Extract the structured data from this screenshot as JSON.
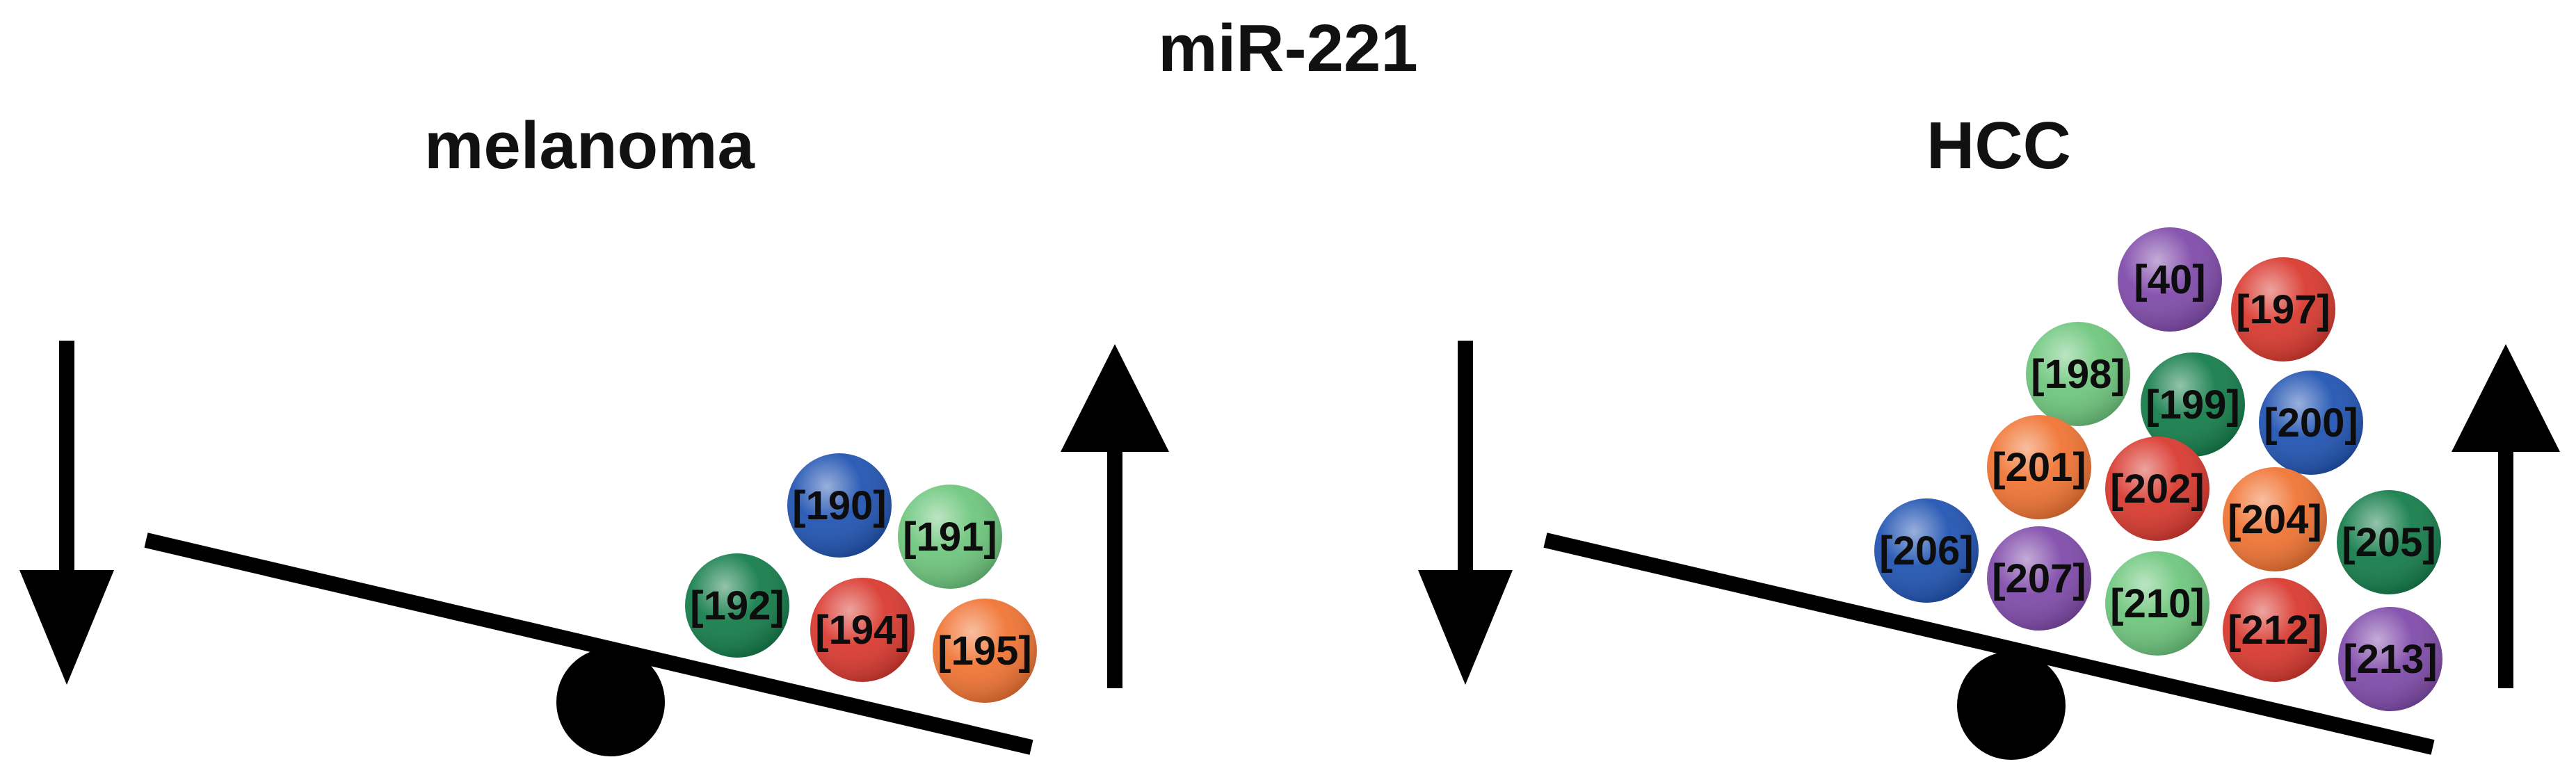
{
  "title": "miR-221",
  "colors": {
    "blue": "#1b4fb0",
    "light_green": "#6ac57a",
    "dark_green": "#0f7a46",
    "red": "#d8342a",
    "orange": "#f0702e",
    "purple": "#7d46a8"
  },
  "panels": [
    {
      "title": "melanoma",
      "left_arrow": "down-arrow-icon",
      "right_arrow": "up-arrow-icon",
      "balls": [
        {
          "label": "[190]",
          "color": "blue"
        },
        {
          "label": "[191]",
          "color": "light_green"
        },
        {
          "label": "[192]",
          "color": "dark_green"
        },
        {
          "label": "[194]",
          "color": "red"
        },
        {
          "label": "[195]",
          "color": "orange"
        }
      ]
    },
    {
      "title": "HCC",
      "left_arrow": "down-arrow-icon",
      "right_arrow": "up-arrow-icon",
      "balls": [
        {
          "label": "[40]",
          "color": "purple"
        },
        {
          "label": "[197]",
          "color": "red"
        },
        {
          "label": "[198]",
          "color": "light_green"
        },
        {
          "label": "[199]",
          "color": "dark_green"
        },
        {
          "label": "[200]",
          "color": "blue"
        },
        {
          "label": "[201]",
          "color": "orange"
        },
        {
          "label": "[202]",
          "color": "red"
        },
        {
          "label": "[204]",
          "color": "orange"
        },
        {
          "label": "[205]",
          "color": "dark_green"
        },
        {
          "label": "[206]",
          "color": "blue"
        },
        {
          "label": "[207]",
          "color": "purple"
        },
        {
          "label": "[210]",
          "color": "light_green"
        },
        {
          "label": "[212]",
          "color": "red"
        },
        {
          "label": "[213]",
          "color": "purple"
        }
      ]
    }
  ]
}
